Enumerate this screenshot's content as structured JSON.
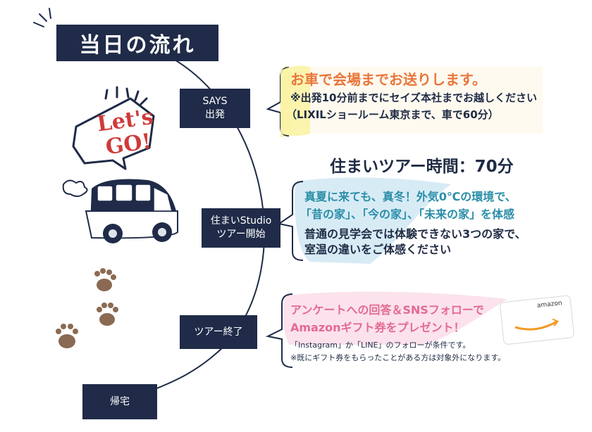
{
  "title": "当日の流れ",
  "steps": [
    {
      "line1": "SAYS",
      "line2": "出発"
    },
    {
      "line1": "住まいStudio",
      "line2": "ツアー開始"
    },
    {
      "line1": "ツアー終了"
    },
    {
      "line1": "帰宅"
    }
  ],
  "bubble1": {
    "headline": "お車で会場までお送りします。",
    "line1": "※出発10分前までにセイズ本社までお越しください",
    "line2": "（LIXILショールーム東京まで、車で60分）"
  },
  "tour_time": "住まいツアー時間：70分",
  "bubble2": {
    "teal1": "真夏に来ても、真冬！外気0℃の環境で、",
    "teal2": "「昔の家」、「今の家」、「未来の家」を体感",
    "navy1": "普通の見学会では体験できない3つの家で、",
    "navy2": "室温の違いをご体感ください"
  },
  "bubble3": {
    "pink1": "アンケートへの回答＆SNSフォローで",
    "pink2": "Amazonギフト券をプレゼント！",
    "small1": "「Instagram」か「LINE」のフォローが条件です。",
    "small2": "※既にギフト券をもらったことがある方は対象外になります。"
  },
  "lets_go": {
    "line1": "Let's",
    "line2": "GO!"
  },
  "gift_card_brand": "amazon",
  "colors": {
    "navy": "#1f2b48",
    "orange": "#e8753a",
    "teal": "#2a8ea8",
    "pink": "#e46a93",
    "yellow": "#fbf3a6",
    "lightblue": "#d7ebf5",
    "lightpink": "#fbe2ec"
  }
}
